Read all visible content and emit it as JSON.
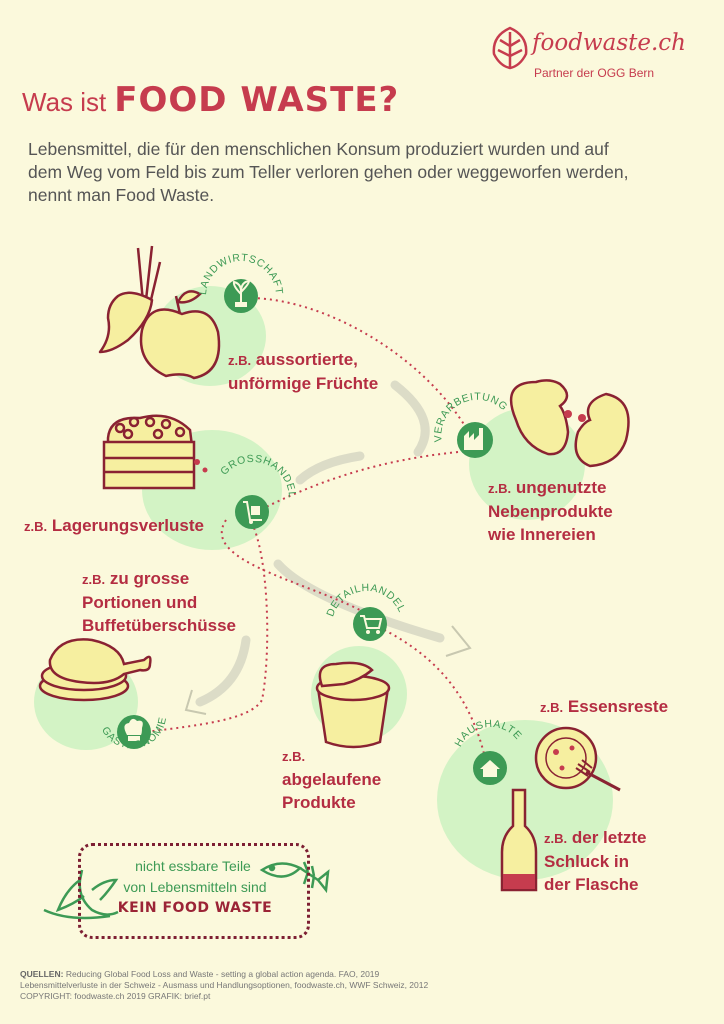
{
  "header": {
    "title_prefix": "Was ist",
    "title_strong": "FOOD WASTE?",
    "brand": "foodwaste.ch",
    "partner": "Partner der OGG Bern"
  },
  "intro": "Lebensmittel, die für den menschlichen Konsum produziert wurden und auf dem Weg vom Feld bis zum Teller verloren gehen oder weggeworfen werden, nennt man Food Waste.",
  "stages": {
    "landwirtschaft": {
      "label": "LANDWIRTSCHAFT",
      "zb": "z.B.",
      "line1": "aussortierte,",
      "line2": "unförmige Früchte"
    },
    "verarbeitung": {
      "label": "VERARBEITUNG",
      "zb": "z.B.",
      "line1": "ungenutzte",
      "line2": "Nebenprodukte",
      "line3": "wie Innereien"
    },
    "grosshandel": {
      "label": "GROSSHANDEL",
      "zb": "z.B.",
      "line1": "Lagerungsverluste"
    },
    "gastronomie": {
      "label": "GASTRONOMIE",
      "zb": "z.B.",
      "line1": "zu grosse",
      "line2": "Portionen und",
      "line3": "Buffetüberschüsse"
    },
    "detailhandel": {
      "label": "DETAILHANDEL",
      "zb": "z.B.",
      "line1": "abgelaufene",
      "line2": "Produkte"
    },
    "haushalte": {
      "label": "HAUSHALTE",
      "zb1": "z.B.",
      "line1": "Essensreste",
      "zb2": "z.B.",
      "line2": "der letzte",
      "line3": "Schluck in",
      "line4": "der Flasche"
    }
  },
  "note": {
    "line1": "nicht essbare Teile",
    "line2": "von Lebensmitteln sind",
    "line3": "KEIN FOOD WASTE"
  },
  "sources": {
    "label": "QUELLEN:",
    "line1": "Reducing Global Food Loss and Waste - setting a global action agenda. FAO, 2019",
    "line2": "Lebensmittelverluste in der Schweiz - Ausmass und Handlungsoptionen, foodwaste.ch, WWF Schweiz, 2012",
    "line3": "COPYRIGHT: foodwaste.ch 2019 GRAFIK: brief.pt"
  },
  "colors": {
    "background": "#fbf9dc",
    "accent_red": "#c63c4e",
    "dark_red": "#8a2232",
    "green": "#3d9a55",
    "blob": "#d3f3c5",
    "food_yellow": "#f6efa0"
  },
  "icons": [
    "sprout-icon",
    "factory-icon",
    "hand-truck-icon",
    "shopping-cart-icon",
    "chef-hat-icon",
    "house-icon",
    "logo-leaf-icon"
  ]
}
